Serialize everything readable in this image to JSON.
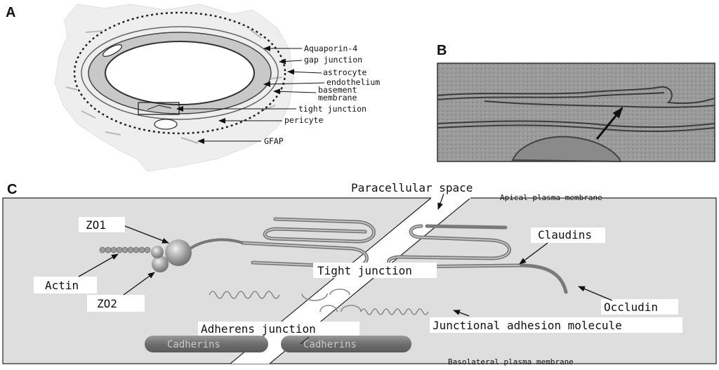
{
  "panels": {
    "a": {
      "letter": "A",
      "labels": [
        "Aquaporin-4",
        "gap junction",
        "astrocyte",
        "endothelium",
        "basement",
        "membrane",
        "tight junction",
        "pericyte",
        "GFAP"
      ]
    },
    "b": {
      "letter": "B"
    },
    "c": {
      "letter": "C",
      "paracellular": "Paracellular space",
      "apical": "Apical plasma membrane",
      "basolateral": "Basolateral plasma membrane",
      "zo1": "ZO1",
      "zo2": "ZO2",
      "actin": "Actin",
      "claudins": "Claudins",
      "tight_junction": "Tight junction",
      "occludin": "Occludin",
      "jam": "Junctional adhesion molecule",
      "adherens": "Adherens junction",
      "cadherins_left": "Cadherins",
      "cadherins_right": "Cadherins"
    }
  }
}
